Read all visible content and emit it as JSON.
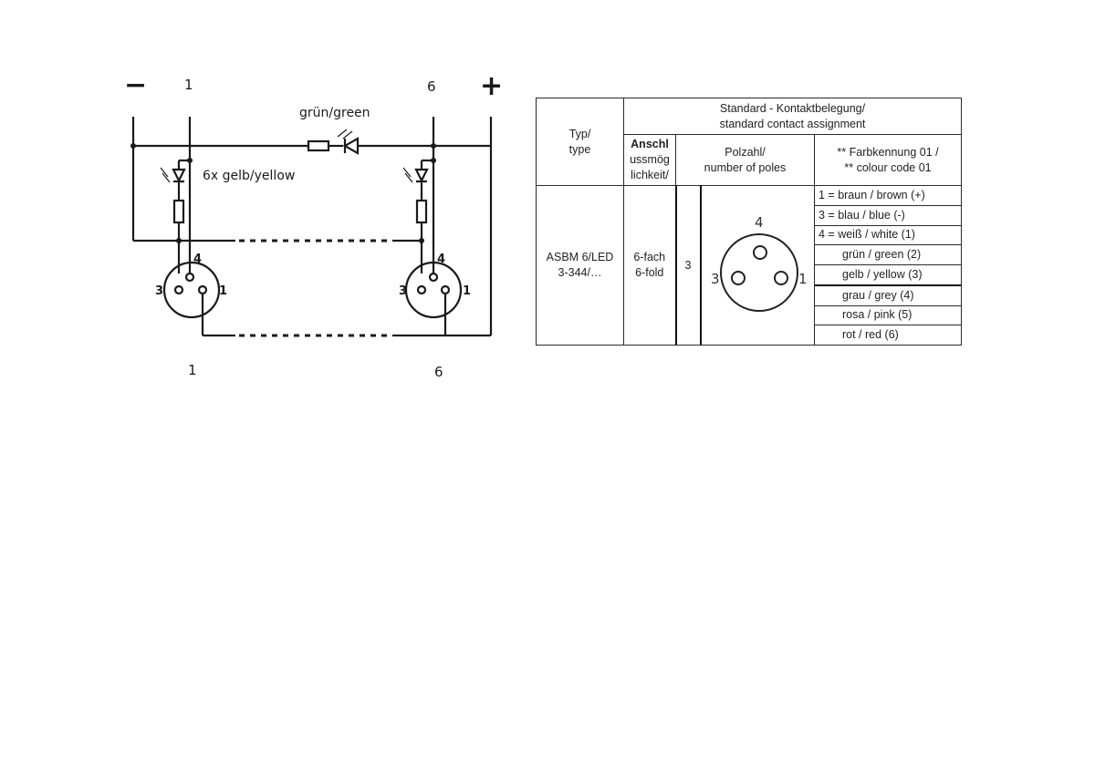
{
  "diagram": {
    "minus_symbol": "−",
    "plus_symbol": "+",
    "top_left_number": "1",
    "top_right_number": "6",
    "bottom_left_number": "1",
    "bottom_right_number": "6",
    "led_green_label": "grün/green",
    "led_yellow_label": "6x gelb/yellow",
    "left_connector_pins": {
      "pin4": "4",
      "pin3": "3",
      "pin1": "1"
    },
    "right_connector_pins": {
      "pin4": "4",
      "pin3": "3",
      "pin1": "1"
    }
  },
  "table": {
    "header_main_line1": "Standard - Kontaktbelegung/",
    "header_main_line2": "standard contact assignment",
    "header_type_line1": "Typ/",
    "header_type_line2": "type",
    "header_conn_line1": "Anschl",
    "header_conn_line2": "ussmög",
    "header_conn_line3": "lichkeit/",
    "header_poles_line1": "Polzahl/",
    "header_poles_line2": "number of poles",
    "header_color_line1": "** Farbkennung 01 /",
    "header_color_line2": "** colour code 01",
    "type_line1": "ASBM 6/LED",
    "type_line2": "3-344/…",
    "conn_line1": "6-fach",
    "conn_line2": "6-fold",
    "poles_value": "3",
    "pin_label_top": "4",
    "pin_label_left": "3",
    "pin_label_right": "1",
    "color_codes": [
      "1 = braun / brown (+)",
      "3 = blau / blue    (-)",
      "4 = weiß  / white  (1)",
      "grün / green  (2)",
      "gelb / yellow (3)",
      "grau / grey    (4)",
      "rosa / pink     (5)",
      "rot  / red        (6)"
    ]
  }
}
